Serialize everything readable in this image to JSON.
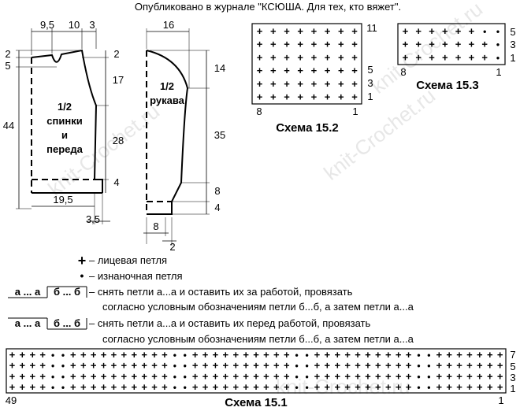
{
  "header": {
    "text": "Опубликовано в журнале \"КСЮША. Для тех, кто вяжет\"."
  },
  "watermark": "knit-Crochet.ru",
  "back_front": {
    "label_1": "1/2",
    "label_2": "спинки",
    "label_3": "и",
    "label_4": "переда",
    "dim_top_1": "9,5",
    "dim_top_2": "10",
    "dim_top_3": "3",
    "dim_left_1": "2",
    "dim_left_2": "5",
    "dim_left_total": "44",
    "dim_right_1": "2",
    "dim_right_2": "17",
    "dim_right_3": "28",
    "dim_right_4": "4",
    "dim_bottom_1": "19,5",
    "dim_bottom_2": "3,5"
  },
  "sleeve": {
    "label_1": "1/2",
    "label_2": "рукава",
    "dim_top": "16",
    "dim_right_1": "14",
    "dim_right_2": "35",
    "dim_right_3": "8",
    "dim_right_4": "4",
    "dim_bottom_1": "8",
    "dim_bottom_2": "2"
  },
  "scheme_15_2": {
    "title": "Схема 15.2",
    "rows": [
      "11",
      "5",
      "3",
      "1"
    ],
    "cols": [
      "8",
      "1"
    ]
  },
  "scheme_15_3": {
    "title": "Схема 15.3",
    "rows": [
      "5",
      "3",
      "1"
    ],
    "cols": [
      "8",
      "1"
    ]
  },
  "scheme_15_1": {
    "title": "Схема 15.1",
    "rows": [
      "7",
      "5",
      "3",
      "1"
    ],
    "cols": [
      "49",
      "1"
    ]
  },
  "legend": {
    "knit_symbol": "+",
    "knit_text": "– лицевая петля",
    "purl_symbol": "•",
    "purl_text": "– изнаночная петля",
    "cross1_a": "а ... а",
    "cross1_b": "б ... б",
    "cross1_text_1": "– снять петли а...а и оставить их за работой, провязать",
    "cross1_text_2": "согласно условным обозначениям петли б...б, а затем петли а...а",
    "cross2_a": "а ... а",
    "cross2_b": "б ... б",
    "cross2_text_1": "– снять петли а...а и оставить их перед работой, провязать",
    "cross2_text_2": "согласно условным обозначениям петли б...б, а затем петли а...а"
  }
}
